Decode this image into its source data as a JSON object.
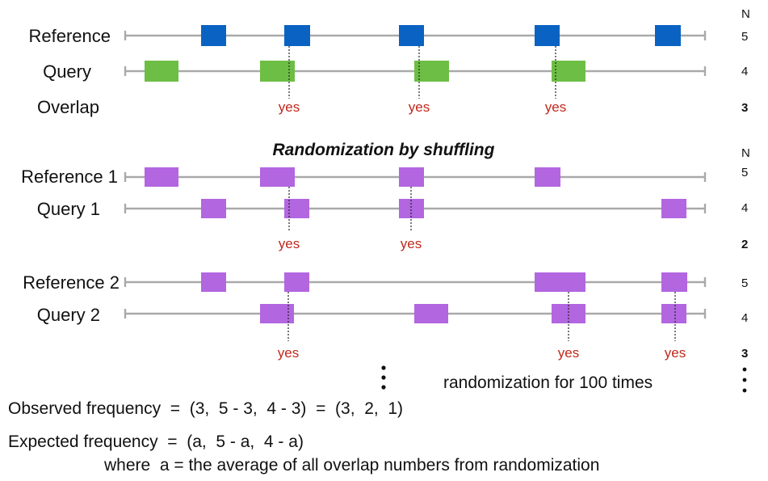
{
  "colors": {
    "reference": "#0a63c2",
    "query": "#6dbe44",
    "shuffled": "#b266e0",
    "yes": "#c0281c",
    "track": "#a9a9a9"
  },
  "count_header": "N",
  "overlap_word": "yes",
  "observed": {
    "labels": {
      "reference": "Reference",
      "query": "Query",
      "overlap": "Overlap"
    },
    "counts": {
      "reference": "5",
      "query": "4",
      "overlap": "3"
    }
  },
  "randomization": {
    "heading": "Randomization by shuffling",
    "count_header": "N",
    "runs": [
      {
        "ref_label": "Reference 1",
        "query_label": "Query 1",
        "ref_count": "5",
        "query_count": "4",
        "overlap_count": "2"
      },
      {
        "ref_label": "Reference 2",
        "query_label": "Query 2",
        "ref_count": "5",
        "query_count": "4",
        "overlap_count": "3"
      }
    ],
    "repeat_note": "randomization for 100 times"
  },
  "formulas": {
    "observed": "Observed frequency  =  (3,  5 - 3,  4 - 3)  =  (3,  2,  1)",
    "expected": "Expected frequency  =  (a,  5 - a,  4 - a)",
    "where": "where  a = the average of all overlap numbers from randomization"
  }
}
